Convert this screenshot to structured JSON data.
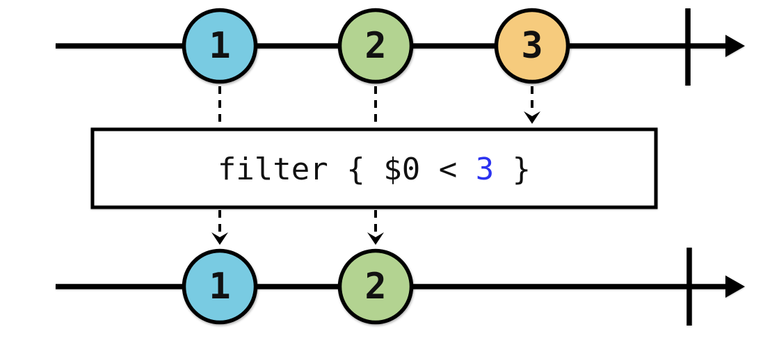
{
  "diagram": {
    "kind": "marble-diagram",
    "background_color": "#ffffff",
    "stroke_color": "#000000",
    "operator_box": {
      "code_before": "filter { $0 < ",
      "code_value": "3",
      "code_after": " }",
      "code_value_color": "#2b32f0",
      "code_text_color": "#111111",
      "fill": "#ffffff"
    },
    "input_stream": {
      "completed": true,
      "events": [
        {
          "label": "1",
          "color": "#79cbe2"
        },
        {
          "label": "2",
          "color": "#b3d391"
        },
        {
          "label": "3",
          "color": "#f6cb7d"
        }
      ]
    },
    "output_stream": {
      "completed": true,
      "events": [
        {
          "label": "1",
          "color": "#79cbe2"
        },
        {
          "label": "2",
          "color": "#b3d391"
        }
      ]
    }
  }
}
